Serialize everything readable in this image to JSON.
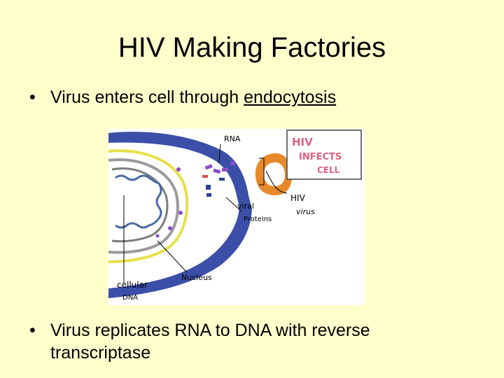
{
  "slide": {
    "title": "HIV Making Factories",
    "bullet1": {
      "marker": "•",
      "text": "Virus enters cell through ",
      "link_text": "endocytosis"
    },
    "bullet2": {
      "marker": "•",
      "text": "Virus replicates RNA to DNA with reverse transcriptase"
    }
  },
  "figure": {
    "labels": {
      "rna": "RNA",
      "hiv_virus_line1": "HIV",
      "hiv_virus_line2": "virus",
      "viral_line1": "viral",
      "viral_line2": "Proteins",
      "nucleus": "Nucleus",
      "cellular_line1": "cellular",
      "cellular_line2": "DNA"
    },
    "sign": {
      "line1": "HIV",
      "line2": "INFECTS",
      "line3": "CELL"
    },
    "colors": {
      "membrane": "#3b4fa8",
      "nucleus_ring": "#e7e04a",
      "virus_capsid": "#e7892b",
      "protein_purple": "#8a4fc9",
      "sign_text": "#e0607e",
      "dna_blue": "#4a6aa5"
    }
  }
}
